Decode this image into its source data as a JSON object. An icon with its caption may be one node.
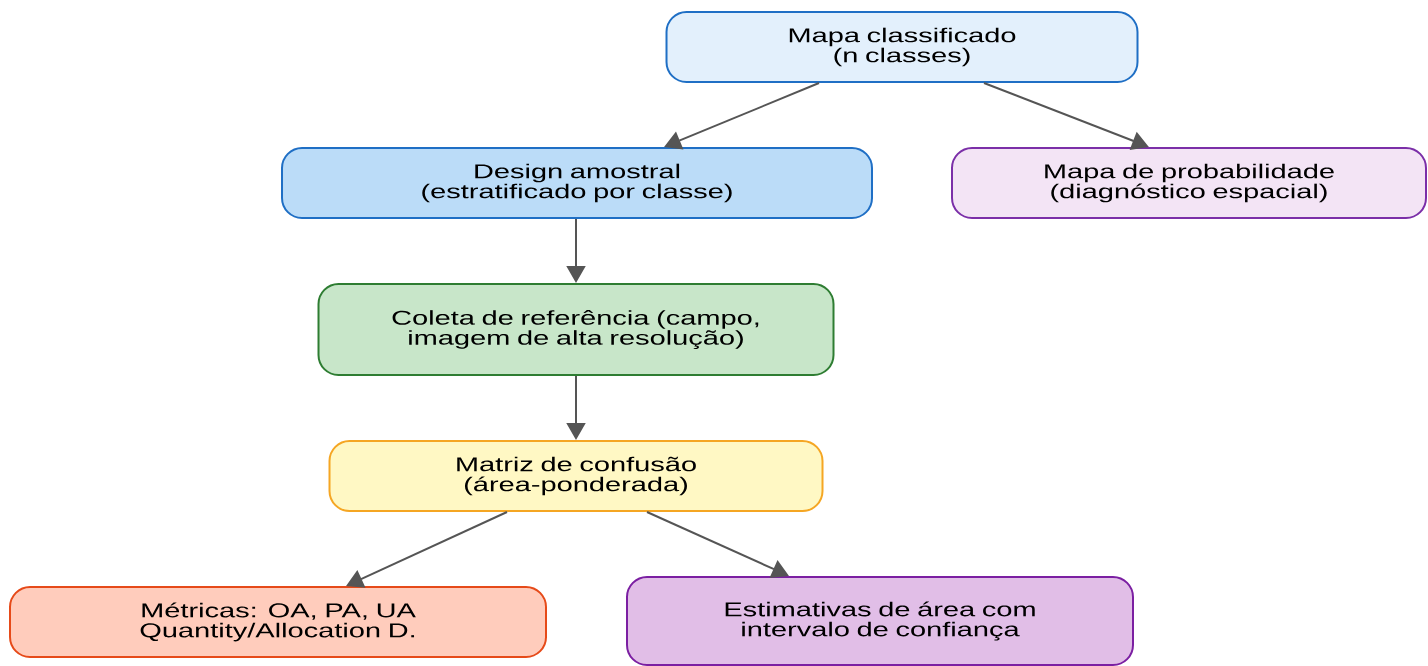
{
  "diagram": {
    "nodes": [
      {
        "text": [
          "Mapa classificado (n classes)"
        ]
      },
      {
        "text": [
          "Design amostral (estratificado por classe)"
        ]
      },
      {
        "text": [
          "Mapa de probabilidade (diagnóstico espacial)"
        ]
      },
      {
        "text": [
          "Coleta de referência (campo, imagem de alta resolução)"
        ]
      },
      {
        "text": [
          "Matriz de confusão (área-ponderada)"
        ]
      },
      {
        "text": [
          "Métricas: OA, PA, UA Quantity/Allocation D."
        ]
      },
      {
        "text": [
          "Estimativas de área com intervalo de confiança"
        ]
      }
    ],
    "edges": [
      {
        "from": 0,
        "to": 1,
        "arrow": "to"
      },
      {
        "from": 0,
        "to": 2,
        "arrow": "to"
      },
      {
        "from": 1,
        "to": 3,
        "arrow": "to"
      },
      {
        "from": 3,
        "to": 4,
        "arrow": "to"
      },
      {
        "from": 4,
        "to": 5,
        "arrow": "to"
      },
      {
        "from": 4,
        "to": 6,
        "arrow": "to"
      }
    ]
  }
}
